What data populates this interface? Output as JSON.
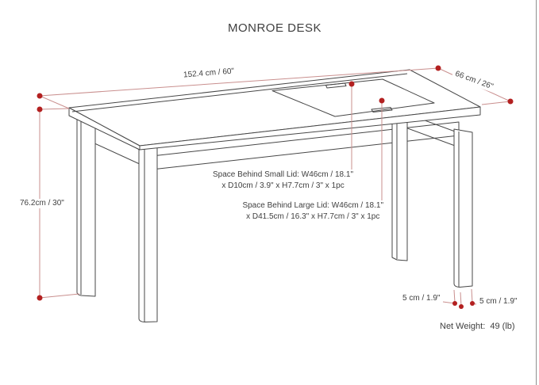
{
  "title": "MONROE DESK",
  "colors": {
    "desk_line": "#474747",
    "dimension_line": "#c98f8e",
    "dimension_dot": "#b32020",
    "text": "#3f3f3f"
  },
  "dimensions": {
    "width": {
      "label": "152.4 cm / 60\""
    },
    "depth": {
      "label": "66 cm / 26\""
    },
    "height": {
      "label": "76.2cm / 30\""
    },
    "leg_width_left": {
      "label": "5 cm / 1.9\""
    },
    "leg_width_right": {
      "label": "5 cm / 1.9\""
    }
  },
  "annotations": {
    "small_lid": {
      "line1": "Space Behind Small Lid: W46cm / 18.1\"",
      "line2": "x D10cm / 3.9\" x H7.7cm / 3\" x 1pc"
    },
    "large_lid": {
      "line1": "Space Behind Large Lid: W46cm / 18.1\"",
      "line2": "x D41.5cm / 16.3\" x H7.7cm / 3\" x 1pc"
    },
    "net_weight": "Net Weight:  49 (lb)"
  }
}
